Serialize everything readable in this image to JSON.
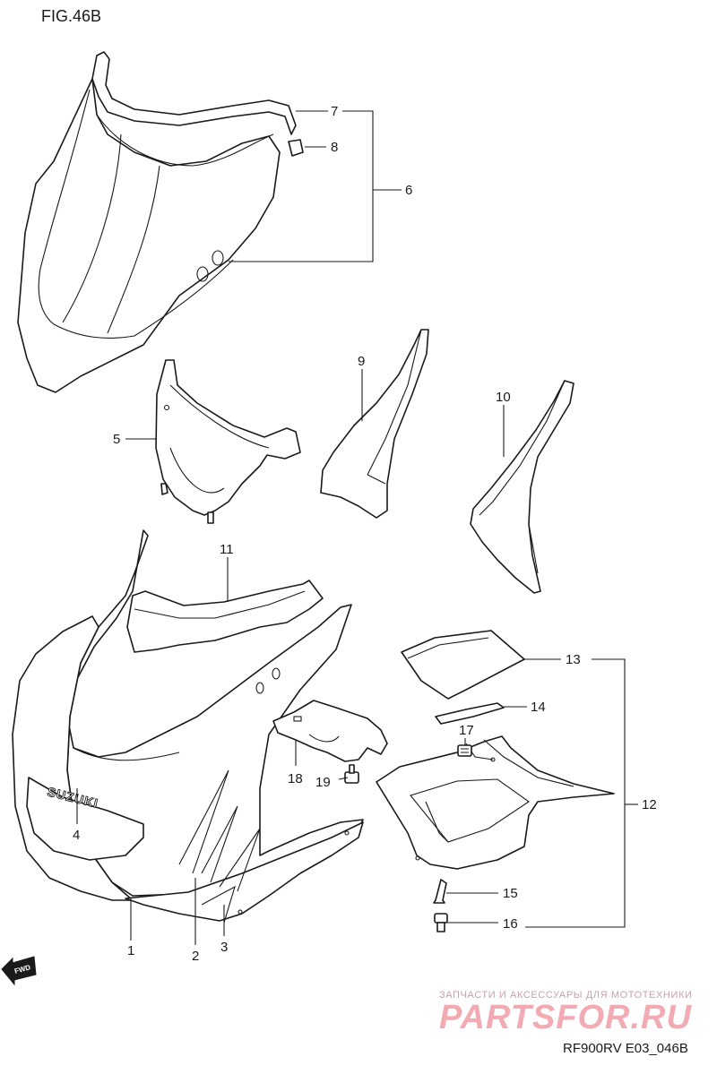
{
  "figure": {
    "title": "FIG.46B",
    "code": "RF900RV E03_046B",
    "brand_on_cowl": "SUZUKI",
    "fwd_label": "FWD"
  },
  "parts": [
    {
      "no": "1"
    },
    {
      "no": "2"
    },
    {
      "no": "3"
    },
    {
      "no": "4"
    },
    {
      "no": "5"
    },
    {
      "no": "6"
    },
    {
      "no": "7"
    },
    {
      "no": "8"
    },
    {
      "no": "9"
    },
    {
      "no": "10"
    },
    {
      "no": "11"
    },
    {
      "no": "12"
    },
    {
      "no": "13"
    },
    {
      "no": "14"
    },
    {
      "no": "15"
    },
    {
      "no": "16"
    },
    {
      "no": "17"
    },
    {
      "no": "18"
    },
    {
      "no": "19"
    }
  ],
  "watermark": {
    "tagline": "ЗАПЧАСТИ И АКСЕССУАРЫ ДЛЯ МОТОТЕХНИКИ",
    "site": "PARTSFOR.RU"
  },
  "colors": {
    "line": "#1a1a1a",
    "background": "#ffffff",
    "watermark": "#f2aab3"
  }
}
